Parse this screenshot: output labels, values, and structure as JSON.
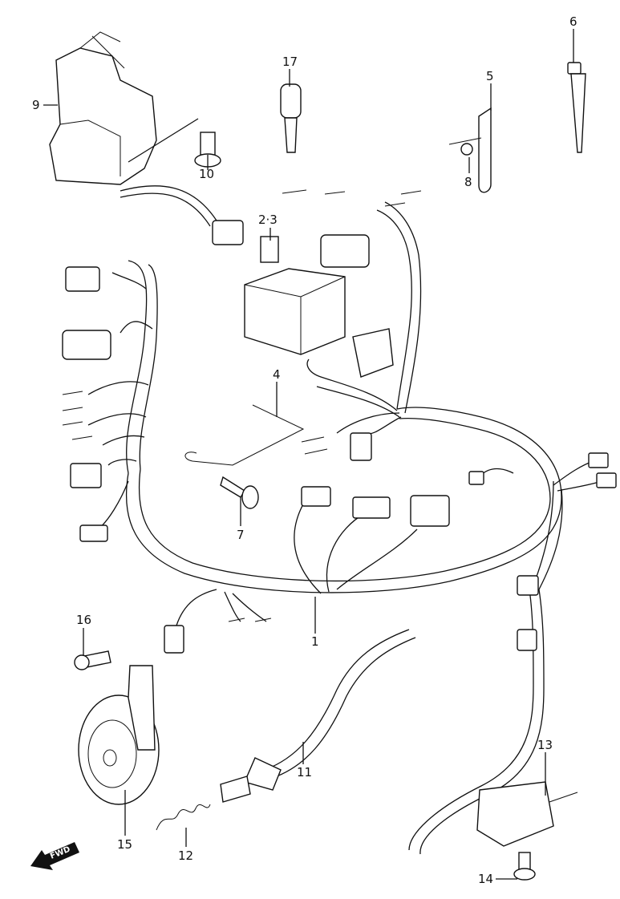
{
  "diagram": {
    "callouts": {
      "c1": "1",
      "c23": "2·3",
      "c4": "4",
      "c5": "5",
      "c6": "6",
      "c7": "7",
      "c8": "8",
      "c9": "9",
      "c10": "10",
      "c11": "11",
      "c12": "12",
      "c13": "13",
      "c14": "14",
      "c15": "15",
      "c16": "16",
      "c17": "17"
    },
    "direction_arrow_label": "FWD"
  }
}
